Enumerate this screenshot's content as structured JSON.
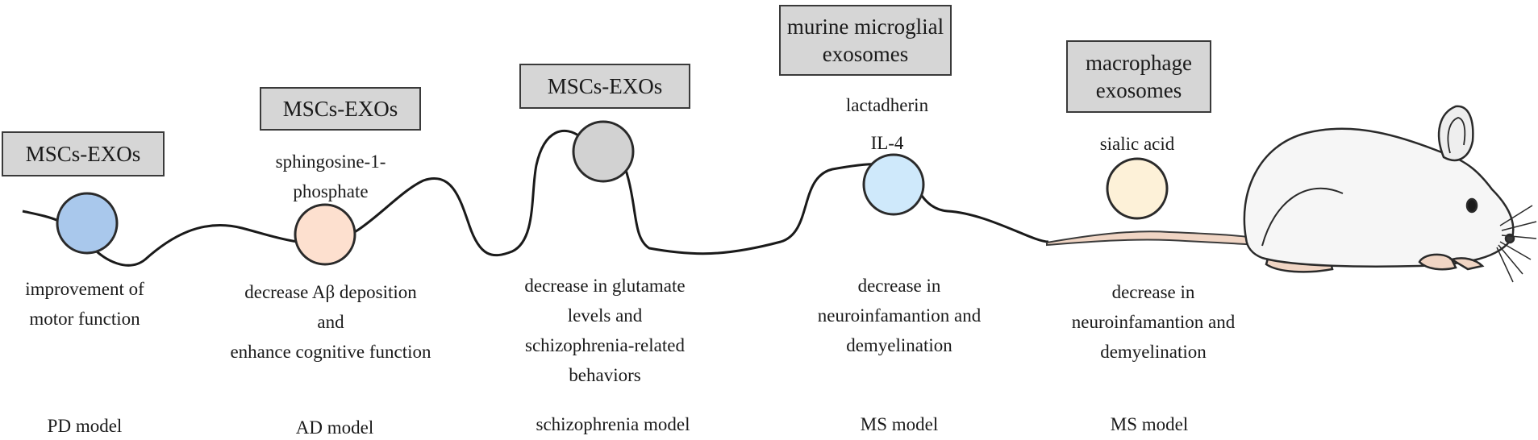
{
  "stages": [
    {
      "id": "pd",
      "source_box": "MSCs-EXOs",
      "molecule": "",
      "effect": "improvement of\nmotor function",
      "model": "PD model",
      "vesicle_color": "#a9c8ec"
    },
    {
      "id": "ad",
      "source_box": "MSCs-EXOs",
      "molecule": "sphingosine-1-\nphosphate",
      "effect": "decrease Aβ deposition\nand\nenhance cognitive function",
      "model": "AD model",
      "vesicle_color": "#fde0cf"
    },
    {
      "id": "schizophrenia",
      "source_box": "MSCs-EXOs",
      "molecule": "",
      "effect": "decrease in glutamate\nlevels and\nschizophrenia-related\nbehaviors",
      "model": "schizophrenia model",
      "vesicle_color": "#d2d2d2"
    },
    {
      "id": "ms1",
      "source_box": "murine microglial\nexosomes",
      "molecule": "lactadherin\nIL-4",
      "effect": "decrease in\nneuroinfamantion and\ndemyelination",
      "model": "MS model",
      "vesicle_color": "#cfe9fb"
    },
    {
      "id": "ms2",
      "source_box": "macrophage\nexosomes",
      "molecule": "sialic acid",
      "effect": "decrease in\nneuroinfamantion and\ndemyelination",
      "model": "MS model",
      "vesicle_color": "#fdf1d8"
    }
  ],
  "icons": {
    "mouse": "mouse-illustration"
  }
}
